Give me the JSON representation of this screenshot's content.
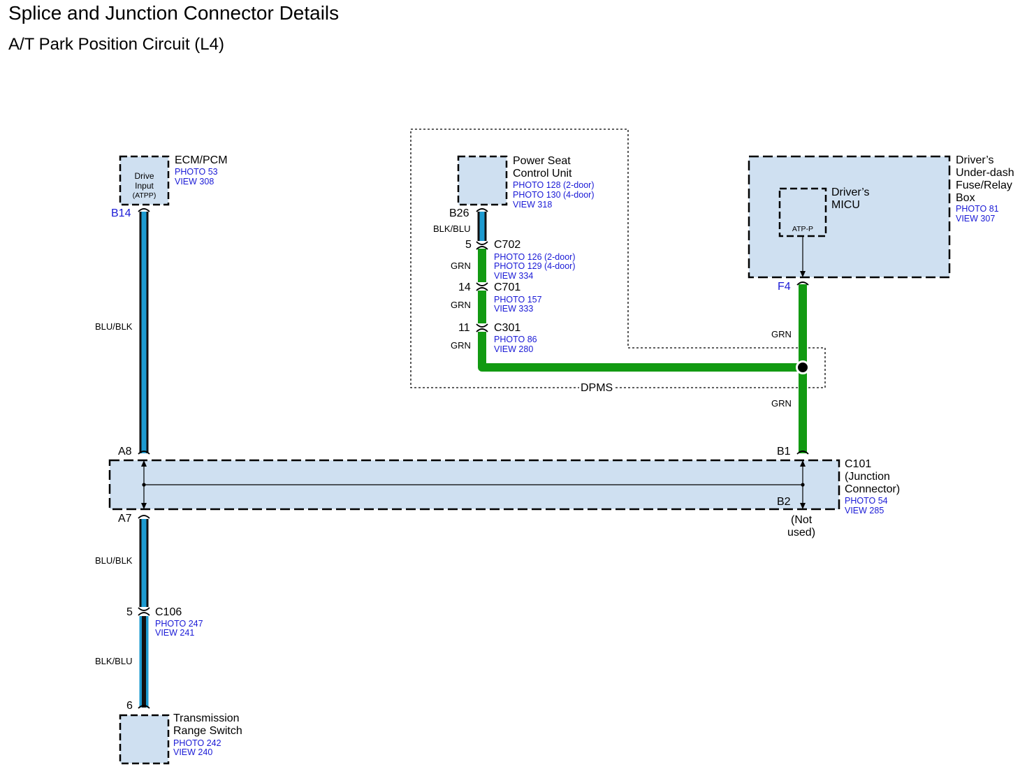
{
  "page": {
    "title": "Splice and Junction Connector Details",
    "subtitle": "A/T Park Position Circuit (L4)"
  },
  "components": {
    "ecm": {
      "name": "ECM/PCM",
      "inner_line1": "Drive",
      "inner_line2": "Input",
      "inner_line3": "(ATPP)",
      "photo": "PHOTO 53",
      "view": "VIEW 308",
      "pin": "B14"
    },
    "power_seat": {
      "name_line1": "Power Seat",
      "name_line2": "Control Unit",
      "photo1": "PHOTO 128 (2-door)",
      "photo2": "PHOTO 130 (4-door)",
      "view": "VIEW 318",
      "pin": "B26"
    },
    "fuse_box": {
      "name_line1": "Driver’s",
      "name_line2": "Under-dash",
      "name_line3": "Fuse/Relay",
      "name_line4": "Box",
      "photo": "PHOTO 81",
      "view": "VIEW 307",
      "micu_line1": "Driver’s",
      "micu_line2": "MICU",
      "micu_inner": "ATP-P",
      "pin": "F4"
    },
    "junction": {
      "name_line1": "C101",
      "name_line2": "(Junction",
      "name_line3": "Connector)",
      "photo": "PHOTO 54",
      "view": "VIEW 285",
      "pin_a8": "A8",
      "pin_a7": "A7",
      "pin_b1": "B1",
      "pin_b2": "B2",
      "b2_note_line1": "(Not",
      "b2_note_line2": "used)"
    },
    "trs": {
      "name_line1": "Transmission",
      "name_line2": "Range Switch",
      "photo": "PHOTO 242",
      "view": "VIEW 240",
      "pin": "6"
    },
    "dpms": {
      "label": "DPMS"
    }
  },
  "connectors": {
    "c702": {
      "name": "C702",
      "pin": "5",
      "photo1": "PHOTO 126 (2-door)",
      "photo2": "PHOTO 129 (4-door)",
      "view": "VIEW 334"
    },
    "c701": {
      "name": "C701",
      "pin": "14",
      "photo": "PHOTO 157",
      "view": "VIEW 333"
    },
    "c301": {
      "name": "C301",
      "pin": "11",
      "photo": "PHOTO 86",
      "view": "VIEW 280"
    },
    "c106": {
      "name": "C106",
      "pin": "5",
      "photo": "PHOTO 247",
      "view": "VIEW 241"
    }
  },
  "wires": {
    "ecm_to_c101": "BLU/BLK",
    "c101_to_c106": "BLU/BLK",
    "c106_to_trs": "BLK/BLU",
    "seat_to_c702": "BLK/BLU",
    "c702_to_c701": "GRN",
    "c701_to_c301": "GRN",
    "c301_to_splice": "GRN",
    "f4_to_splice": "GRN",
    "splice_to_b1": "GRN"
  },
  "colors": {
    "box_fill": "#cfe0f1",
    "wire_green": "#129a12",
    "wire_blue": "#1e9bd0",
    "wire_black": "#111111",
    "ref_blue": "#1a1ad6"
  }
}
